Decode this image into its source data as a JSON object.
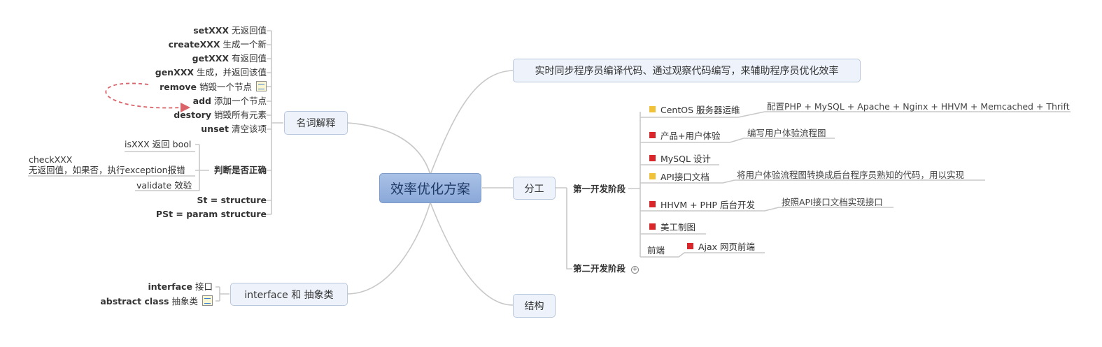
{
  "central": "效率优化方案",
  "left_topics": {
    "terms": {
      "label": "名词解释",
      "items": [
        {
          "key": "setXXX",
          "desc": "无返回值"
        },
        {
          "key": "createXXX",
          "desc": "生成一个新"
        },
        {
          "key": "getXXX",
          "desc": "有返回值"
        },
        {
          "key": "genXXX",
          "desc": "生成，并返回该值"
        },
        {
          "key": "remove",
          "desc": "销毁一个节点"
        },
        {
          "key": "add",
          "desc": "添加一个节点"
        },
        {
          "key": "destory",
          "desc": "销毁所有元素"
        },
        {
          "key": "unset",
          "desc": "清空该项"
        }
      ],
      "validate": {
        "label": "判断是否正确",
        "items": [
          {
            "key": "isXXX",
            "desc": "返回 bool"
          },
          {
            "key": "checkXXX",
            "desc": "无返回值，如果否，执行exception报错"
          },
          {
            "key": "validate",
            "desc": "效验"
          }
        ]
      },
      "tail_items": [
        "St = structure",
        "PSt = param structure"
      ]
    },
    "interface": {
      "label": "interface 和 抽象类",
      "items": [
        {
          "key": "interface",
          "desc": "接口"
        },
        {
          "key": "abstract class",
          "desc": "抽象类"
        }
      ]
    }
  },
  "right_topics": {
    "sync": {
      "label": "实时同步程序员编译代码、通过观察代码编写，来辅助程序员优化效率"
    },
    "division": {
      "label": "分工",
      "phase1": {
        "label": "第一开发阶段",
        "tasks": [
          {
            "name": "CentOS 服务器运维",
            "flag": "yellow",
            "note": "配置PHP + MySQL + Apache + Nginx + HHVM + Memcached + Thrift"
          },
          {
            "name": "产品+用户体验",
            "flag": "red",
            "note": "编写用户体验流程图"
          },
          {
            "name": "MySQL 设计",
            "flag": "red",
            "note": ""
          },
          {
            "name": "API接口文档",
            "flag": "yellow",
            "note": "将用户体验流程图转换成后台程序员熟知的代码，用以实现"
          },
          {
            "name": "HHVM + PHP 后台开发",
            "flag": "red",
            "note": "按照API接口文档实现接口"
          },
          {
            "name": "美工制图",
            "flag": "red",
            "note": ""
          }
        ],
        "frontend": {
          "label": "前端",
          "task": "Ajax 网页前端",
          "flag": "red"
        }
      },
      "phase2": {
        "label": "第二开发阶段",
        "expand": "+"
      }
    },
    "structure": {
      "label": "结构"
    }
  },
  "colors": {
    "line": "#c8c8c8",
    "box_fill": "#eef3fb",
    "box_border": "#b9c7dc",
    "root_fill": "#98b3de",
    "flag_red": "#d8262b",
    "flag_yellow": "#f0c23a",
    "arrow": "#d9646a"
  },
  "icons": [
    "memo-icon",
    "red-flag-icon",
    "yellow-flag-icon",
    "expand-icon",
    "relationship-arrow"
  ]
}
